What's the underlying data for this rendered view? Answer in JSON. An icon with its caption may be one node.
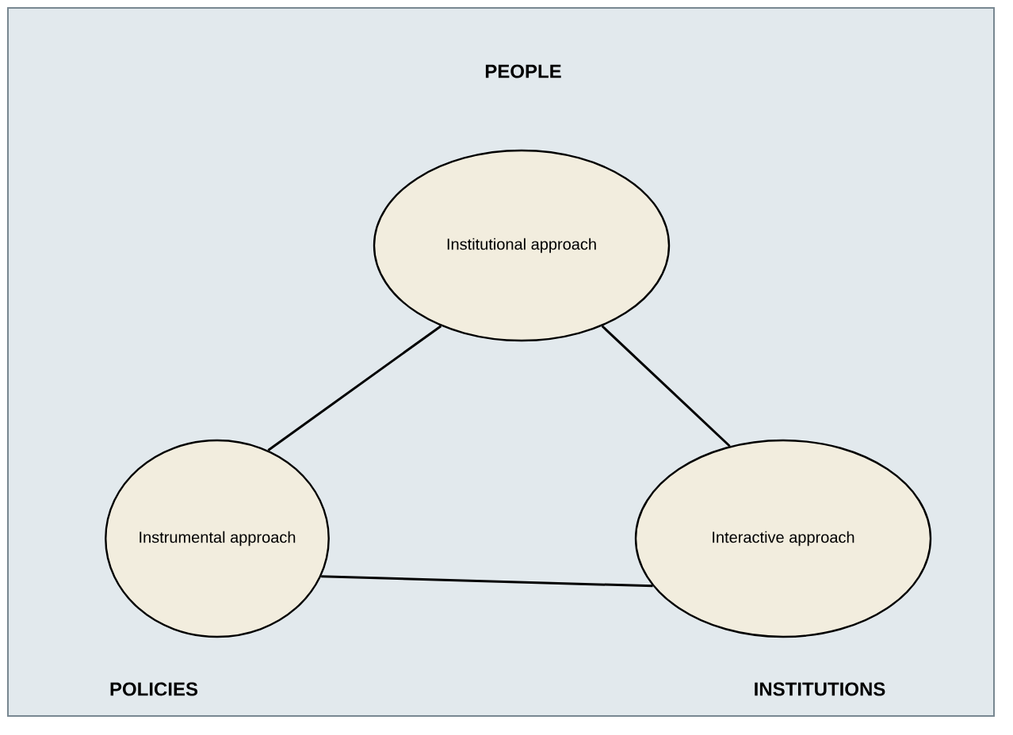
{
  "diagram": {
    "nodes": [
      {
        "text": [
          "Institutional approach"
        ]
      },
      {
        "text": [
          "Instrumental approach"
        ]
      },
      {
        "text": [
          "Interactive approach"
        ]
      }
    ],
    "edges": [
      {
        "from": 0,
        "to": 1,
        "arrow": "none"
      },
      {
        "from": 0,
        "to": 2,
        "arrow": "none"
      },
      {
        "from": 1,
        "to": 2,
        "arrow": "none"
      }
    ],
    "labels": [
      "PEOPLE",
      "POLICIES",
      "INSTITUTIONS"
    ]
  }
}
